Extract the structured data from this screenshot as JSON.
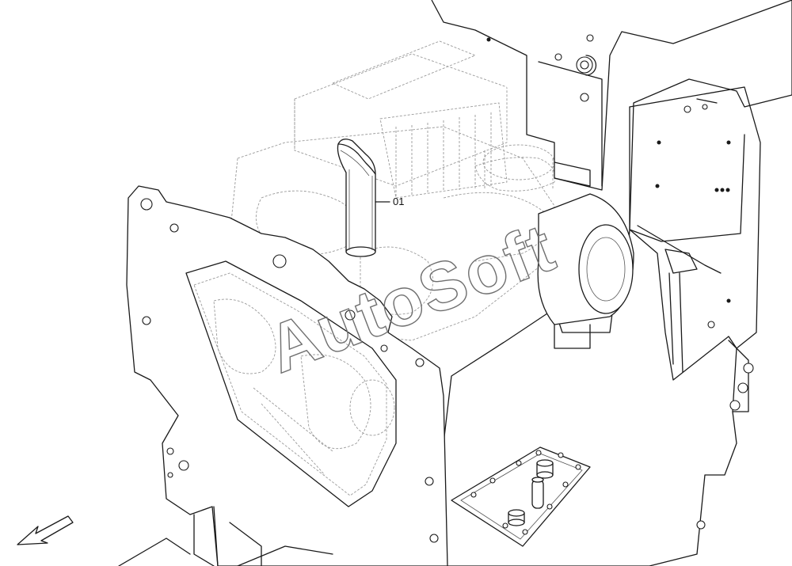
{
  "diagram": {
    "callouts": [
      {
        "id": "01",
        "label": "01"
      }
    ],
    "watermark": "AutoSoft",
    "direction_arrow": "arrow-icon",
    "colors": {
      "line": "#1a1a1a",
      "background": "#ffffff",
      "watermark": "#6f6f6f"
    }
  }
}
